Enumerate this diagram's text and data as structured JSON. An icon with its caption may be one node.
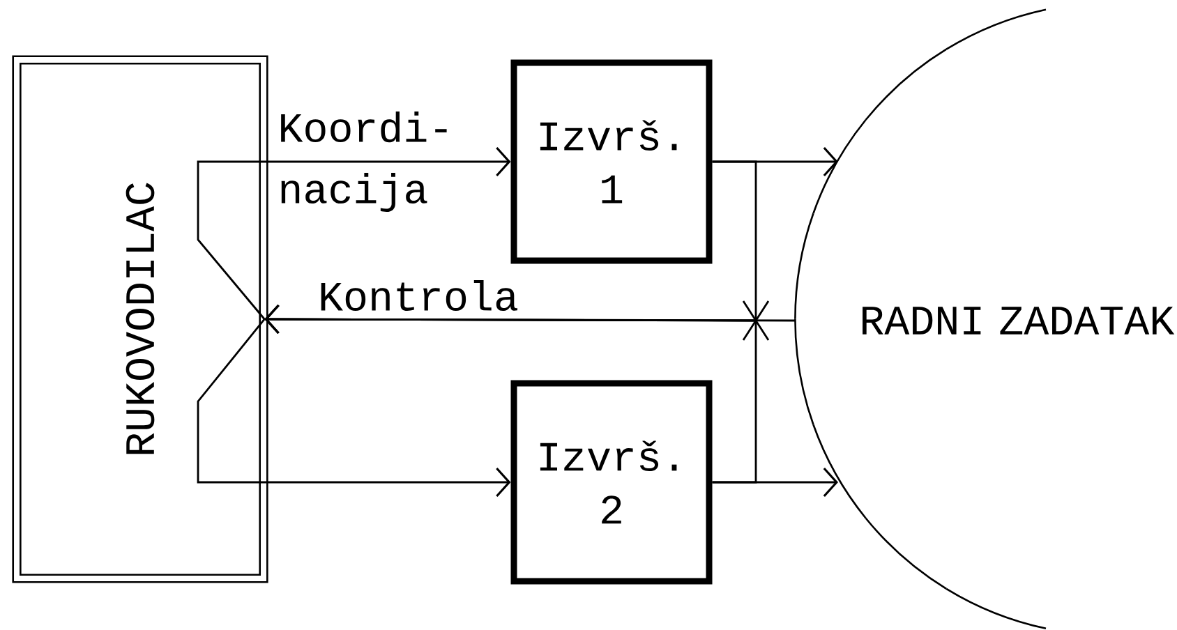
{
  "diagram": {
    "nodes": [
      {
        "text": [
          "RUKOVODILAC"
        ]
      },
      {
        "text": [
          "Izvrš. 1"
        ]
      },
      {
        "text": [
          "Izvrš. 2"
        ]
      },
      {
        "text": [
          "RADNI ZADATAK"
        ]
      }
    ],
    "edges": [
      {
        "from": 0,
        "to": 1,
        "arrow": "to",
        "label": "Koordi- nacija"
      },
      {
        "from": 0,
        "to": 2,
        "arrow": "to"
      },
      {
        "from": 1,
        "to": 3,
        "arrow": "to"
      },
      {
        "from": 2,
        "to": 3,
        "arrow": "to"
      },
      {
        "from": 3,
        "to": 0,
        "arrow": "to",
        "label": "Kontrola"
      },
      {
        "from": 1,
        "to": 0,
        "arrow": "to"
      },
      {
        "from": 2,
        "to": 0,
        "arrow": "to"
      }
    ]
  }
}
